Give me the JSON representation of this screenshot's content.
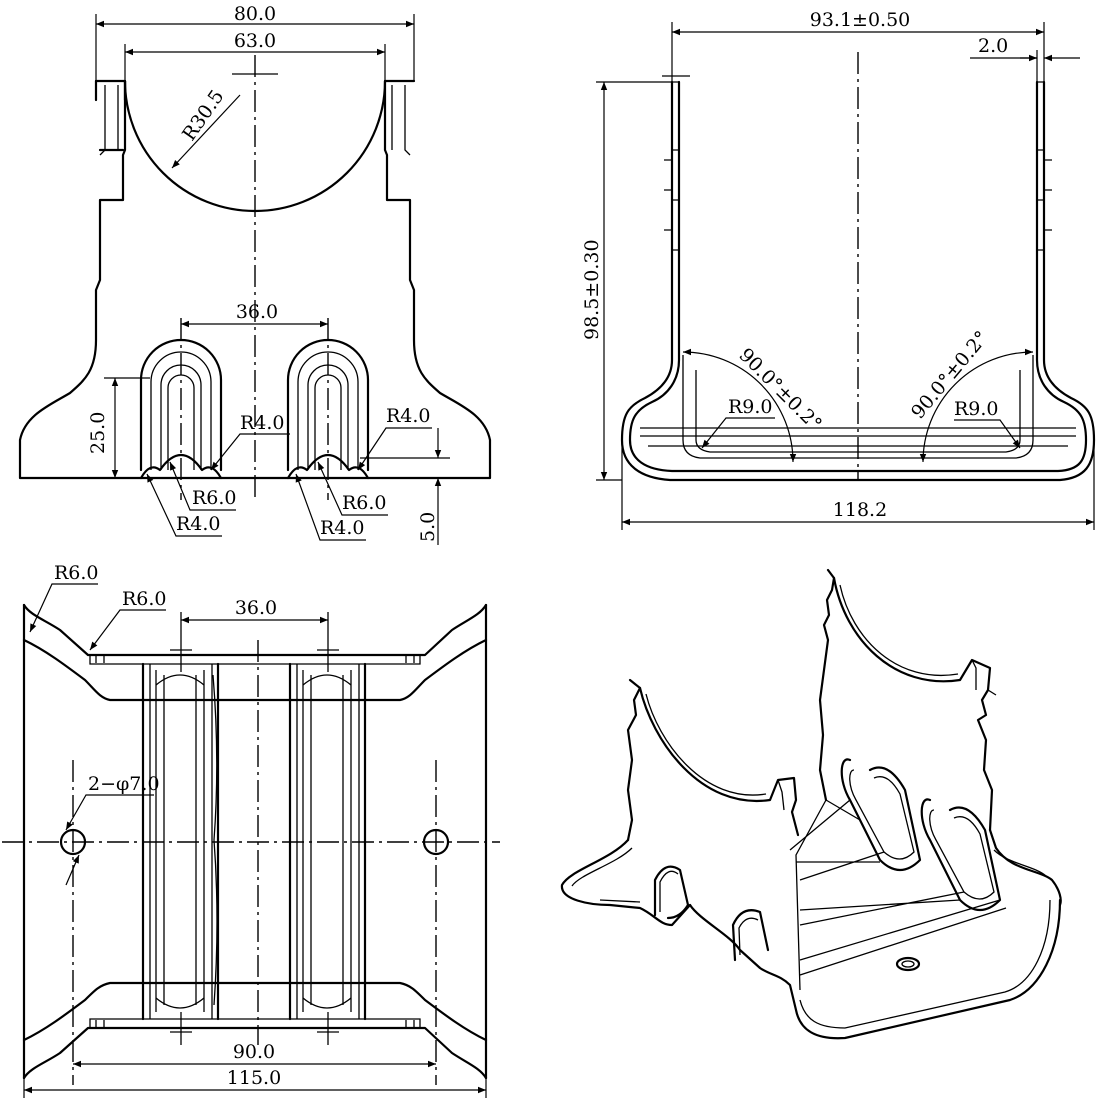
{
  "front_view": {
    "dim_width": "80.0",
    "dim_inner_width": "63.0",
    "dim_radius_main": "R30.5",
    "dim_slot_spacing": "36.0",
    "dim_height": "25.0",
    "dim_r4_top_left": "R4.0",
    "dim_r4_top_right": "R4.0",
    "dim_r6_left": "R6.0",
    "dim_r6_right": "R6.0",
    "dim_r4_bottom_left": "R4.0",
    "dim_r4_bottom_right": "R4.0",
    "dim_depth": "5.0"
  },
  "side_view": {
    "dim_inner_width": "93.1±0.50",
    "dim_thickness": "2.0",
    "dim_height": "98.5±0.30",
    "dim_angle_left": "90.0°±0.2°",
    "dim_angle_right": "90.0°±0.2°",
    "dim_bend_left": "R9.0",
    "dim_bend_right": "R9.0",
    "dim_total_width": "118.2"
  },
  "top_view": {
    "dim_r6_outer": "R6.0",
    "dim_r6_inner": "R6.0",
    "dim_slot_spacing": "36.0",
    "dim_holes": "2−φ7.0",
    "dim_hole_spacing": "90.0",
    "dim_total_length": "115.0"
  },
  "iso_view": {
    "icon": "bracket-3d-icon"
  }
}
